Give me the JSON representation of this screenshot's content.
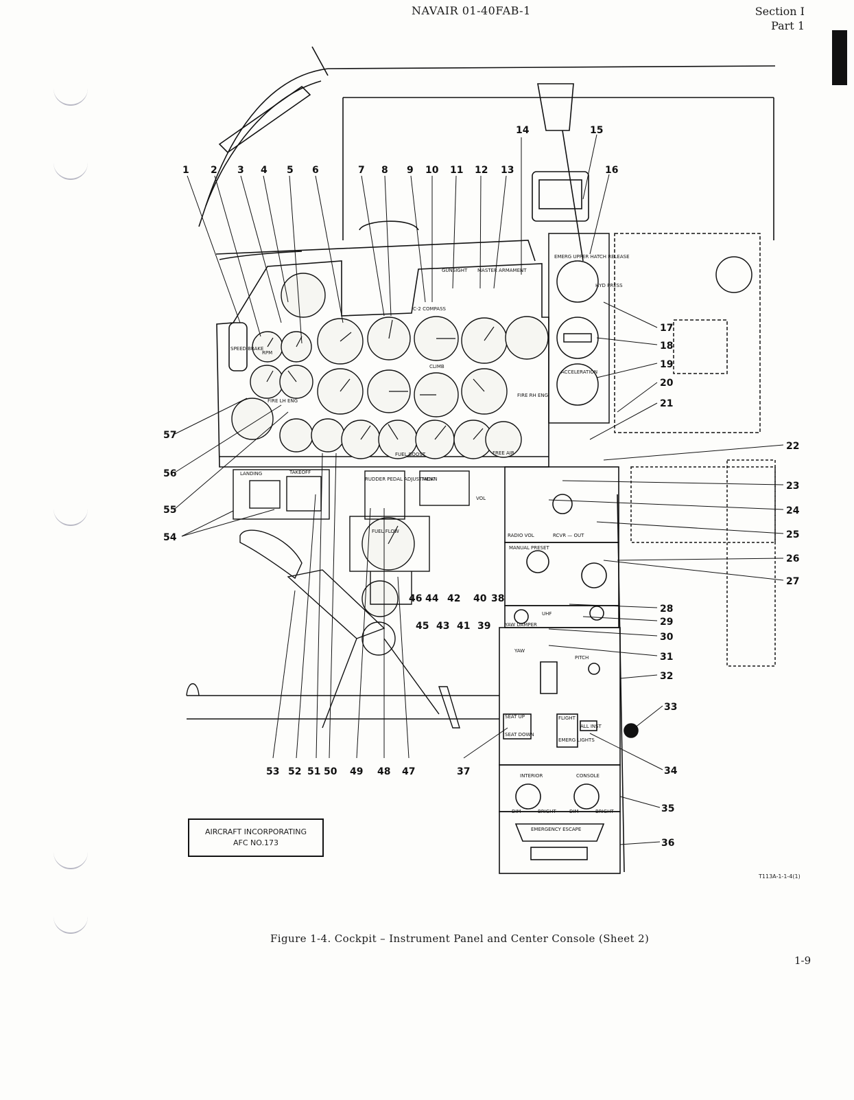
{
  "header": {
    "doc_id": "NAVAIR 01-40FAB-1",
    "section": "Section I",
    "part": "Part 1"
  },
  "callouts": {
    "top": [
      "1",
      "2",
      "3",
      "4",
      "5",
      "6",
      "7",
      "8",
      "9",
      "10",
      "11",
      "12",
      "13",
      "14",
      "15",
      "16"
    ],
    "right": [
      "17",
      "18",
      "19",
      "20",
      "21",
      "22",
      "23",
      "24",
      "25",
      "26",
      "27",
      "28",
      "29",
      "30",
      "31",
      "32",
      "33",
      "34",
      "35",
      "36"
    ],
    "bottom": [
      "53",
      "52",
      "51",
      "50",
      "49",
      "48",
      "47",
      "37"
    ],
    "left": [
      "57",
      "56",
      "55",
      "54"
    ],
    "inner_top": [
      "46",
      "44",
      "42",
      "40",
      "38"
    ],
    "inner_bottom": [
      "45",
      "43",
      "41",
      "39"
    ]
  },
  "panel_labels": {
    "speed_brake": "SPEED BRAKE",
    "rpm": "RPM",
    "fire_lh": "FIRE LH ENG",
    "fire_rh": "FIRE RH ENG",
    "landing": "LANDING",
    "takeoff": "TAKEOFF",
    "gunsight": "GUNSIGHT",
    "master_armament": "MASTER ARMAMENT",
    "compass": "C-2 COMPASS",
    "climb": "CLIMB",
    "fuel_flow": "FUEL FLOW",
    "fuel_boost": "FUEL BOOST",
    "free_air": "FREE AIR",
    "rudder_pedal": "RUDDER PEDAL ADJUSTMENT",
    "hatch_release": "EMERG UPPER HATCH RELEASE",
    "hyd_press": "HYD PRESS",
    "acceleration": "ACCELERATION",
    "yaw": "YAW",
    "pitch": "PITCH",
    "yaw_damper": "YAW DAMPER",
    "seat_up": "SEAT UP",
    "seat_down": "SEAT DOWN",
    "flight": "FLIGHT",
    "all_inst": "ALL INST",
    "emerg_lights": "EMERG LIGHTS",
    "interior": "INTERIOR",
    "console": "CONSOLE",
    "dim": "DIM",
    "bright": "BRIGHT",
    "emergency_escape": "EMERGENCY ESCAPE",
    "manual": "MANUAL",
    "preset": "PRESET",
    "uhf": "UHF",
    "rcvr_out": "RCVR — OUT",
    "radio_vol": "RADIO VOL",
    "tacan": "TACAN",
    "vol": "VOL"
  },
  "afc_box": {
    "line1": "AIRCRAFT INCORPORATING",
    "line2": "AFC NO.173"
  },
  "ref_code": "T113A-1-1-4(1)",
  "caption": "Figure 1-4.  Cockpit – Instrument Panel and Center Console (Sheet 2)",
  "page_number": "1-9"
}
